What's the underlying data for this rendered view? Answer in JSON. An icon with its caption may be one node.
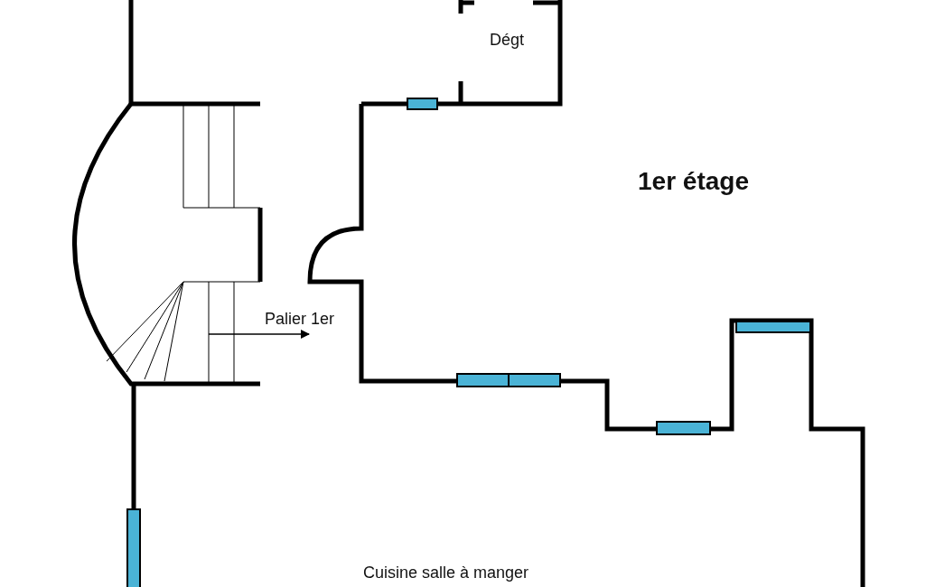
{
  "diagram": {
    "labels": [
      "Dégt",
      "1er étage",
      "Palier 1er",
      "Cuisine salle à manger"
    ]
  }
}
